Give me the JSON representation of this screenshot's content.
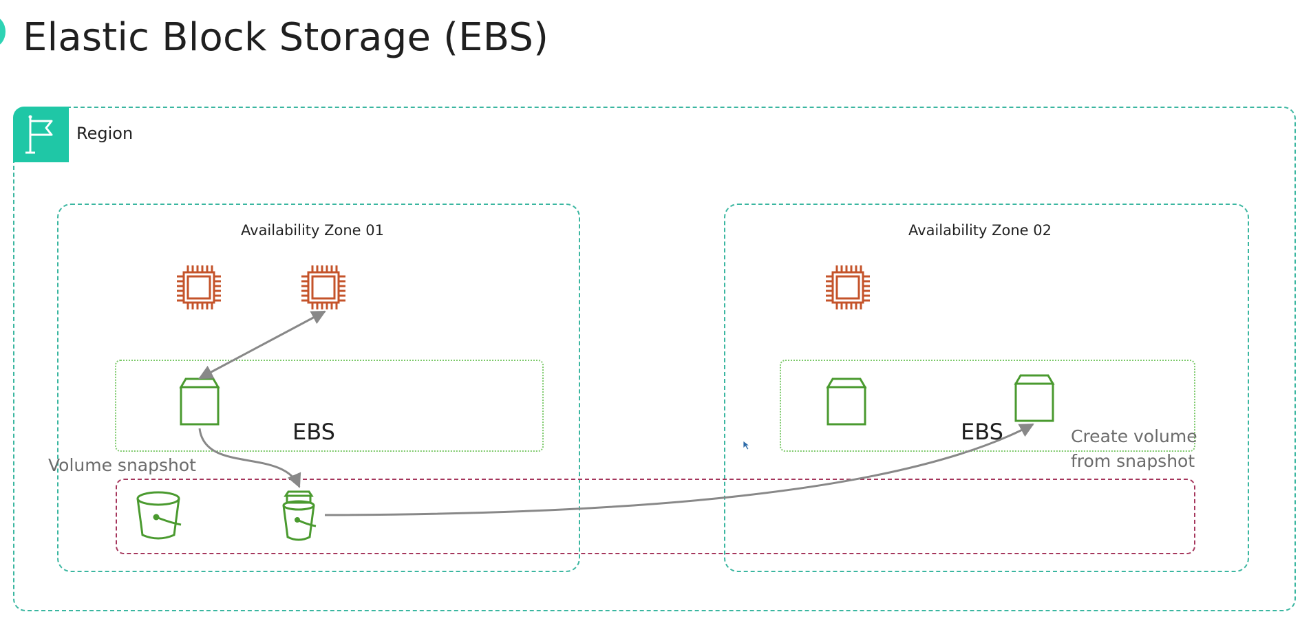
{
  "title": "Elastic Block Storage (EBS)",
  "region": {
    "label": "Region",
    "icon": "flag-icon"
  },
  "zones": [
    {
      "label": "Availability Zone 01",
      "ebs_label": "EBS"
    },
    {
      "label": "Availability Zone 02",
      "ebs_label": "EBS"
    }
  ],
  "annotations": {
    "volume_snapshot": "Volume snapshot",
    "create_volume_line1": "Create volume",
    "create_volume_line2": "from snapshot"
  },
  "icons": {
    "instance": "ec2-instance-icon",
    "volume": "ebs-volume-icon",
    "snapshot": "s3-bucket-icon"
  },
  "colors": {
    "region_border": "#3ab6a0",
    "region_flag": "#1fc7a6",
    "ebs_border": "#7cc96a",
    "snapshot_border": "#a5365c",
    "instance_icon": "#c4532a",
    "storage_icon": "#4a9a2f",
    "arrow": "#888888"
  }
}
